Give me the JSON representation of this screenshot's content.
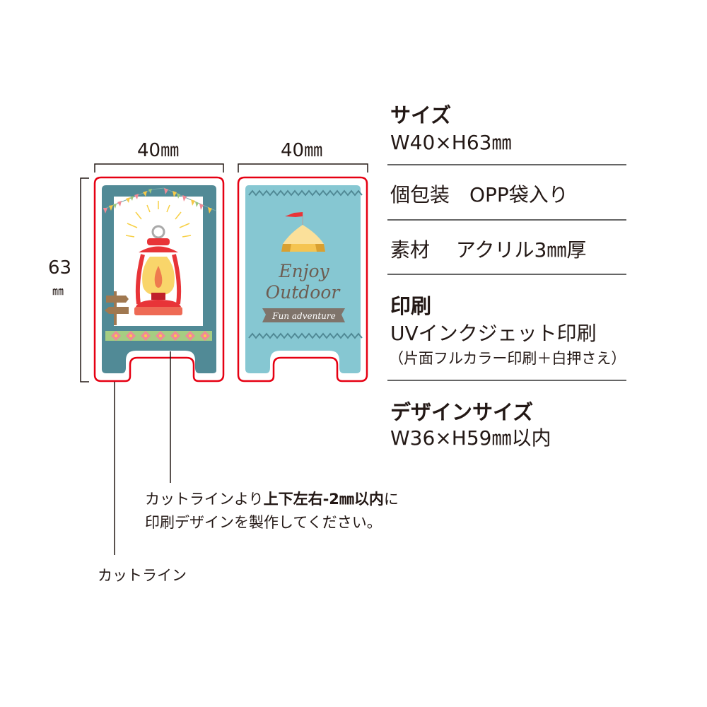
{
  "dimensions": {
    "width_left": "40㎜",
    "width_right": "40㎜",
    "height_num": "63",
    "height_unit": "㎜"
  },
  "card_right": {
    "title_line1": "Enjoy",
    "title_line2": "Outdoor",
    "ribbon": "Fun adventure"
  },
  "specs": {
    "size_label": "サイズ",
    "size_value": "W40×H63㎜",
    "packaging": "個包装　OPP袋入り",
    "material": "素材　 アクリル3㎜厚",
    "print_label": "印刷",
    "print_value": "UVインクジェット印刷",
    "print_note": "（片面フルカラー印刷＋白押さえ）",
    "design_label": "デザインサイズ",
    "design_value": "W36×H59㎜以内"
  },
  "notes": {
    "line1_pre": "カットラインより",
    "line1_bold": "上下左右-2㎜以内",
    "line1_post": "に",
    "line2": "印刷デザインを製作してください。",
    "cut_line": "カットライン"
  },
  "colors": {
    "cut_line": "#e60012",
    "teal_dark": "#518a96",
    "teal_light": "#86c7d2",
    "lantern_red": "#e83438",
    "text": "#231815"
  }
}
